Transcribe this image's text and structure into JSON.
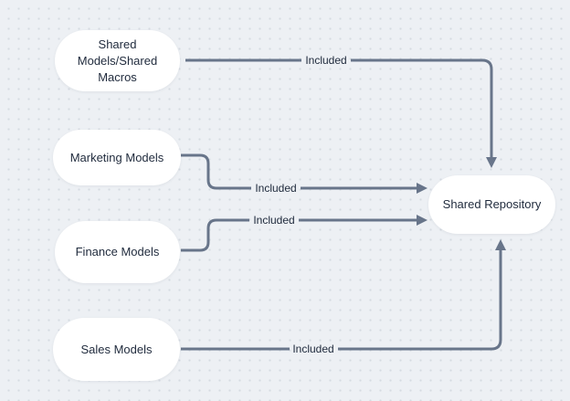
{
  "diagram": {
    "colors": {
      "bg": "#edf0f4",
      "dot": "#d6dbe2",
      "node-bg": "#ffffff",
      "text": "#1f2a3c",
      "connector": "#68758a"
    },
    "nodes": [
      {
        "id": "shared-models-shared-macros",
        "label": "Shared Models/Shared Macros"
      },
      {
        "id": "marketing-models",
        "label": "Marketing Models"
      },
      {
        "id": "finance-models",
        "label": "Finance Models"
      },
      {
        "id": "sales-models",
        "label": "Sales Models"
      },
      {
        "id": "shared-repository",
        "label": "Shared Repository"
      }
    ],
    "edges": [
      {
        "from": "shared-models-shared-macros",
        "to": "shared-repository",
        "label": "Included"
      },
      {
        "from": "marketing-models",
        "to": "shared-repository",
        "label": "Included"
      },
      {
        "from": "finance-models",
        "to": "shared-repository",
        "label": "Included"
      },
      {
        "from": "sales-models",
        "to": "shared-repository",
        "label": "Included"
      }
    ]
  }
}
